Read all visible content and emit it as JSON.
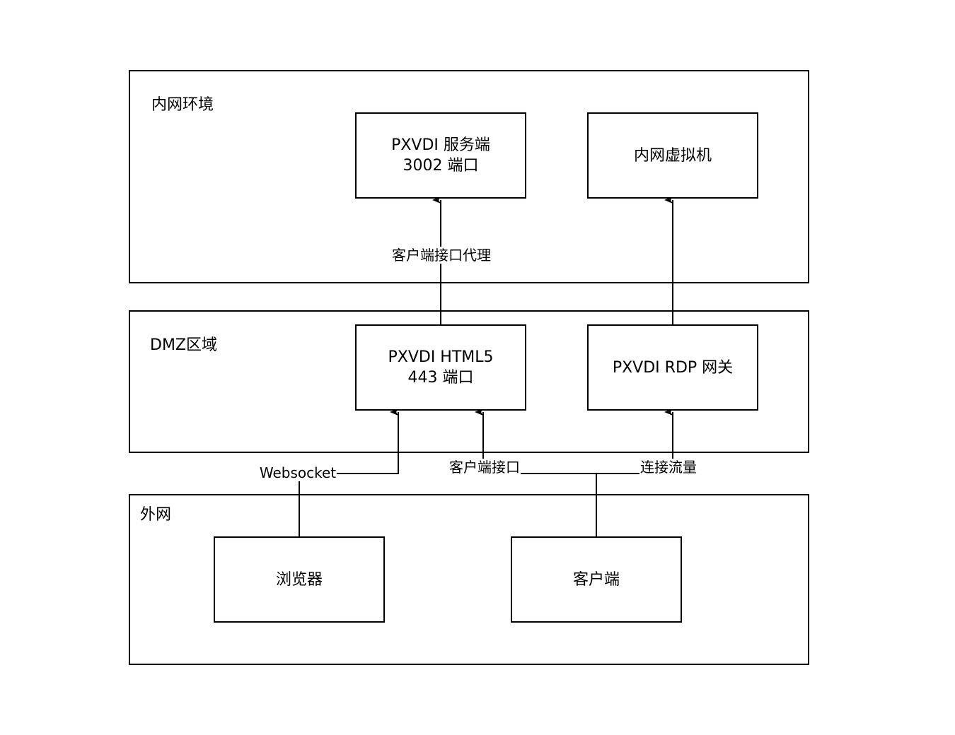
{
  "zones": {
    "intranet": {
      "label": "内网环境"
    },
    "dmz": {
      "label": "DMZ区域"
    },
    "internet": {
      "label": "外网"
    }
  },
  "nodes": {
    "pxvdi_server": {
      "line1": "PXVDI 服务端",
      "line2": "3002 端口"
    },
    "intranet_vm": {
      "line1": "内网虚拟机"
    },
    "pxvdi_html5": {
      "line1": "PXVDI HTML5",
      "line2": "443 端口"
    },
    "pxvdi_rdp": {
      "line1": "PXVDI RDP 网关"
    },
    "browser": {
      "line1": "浏览器"
    },
    "client": {
      "line1": "客户端"
    }
  },
  "edges": {
    "client_proxy": {
      "label": "客户端接口代理"
    },
    "websocket": {
      "label": "Websocket"
    },
    "client_api": {
      "label": "客户端接口"
    },
    "conn_traffic": {
      "label": "连接流量"
    }
  }
}
